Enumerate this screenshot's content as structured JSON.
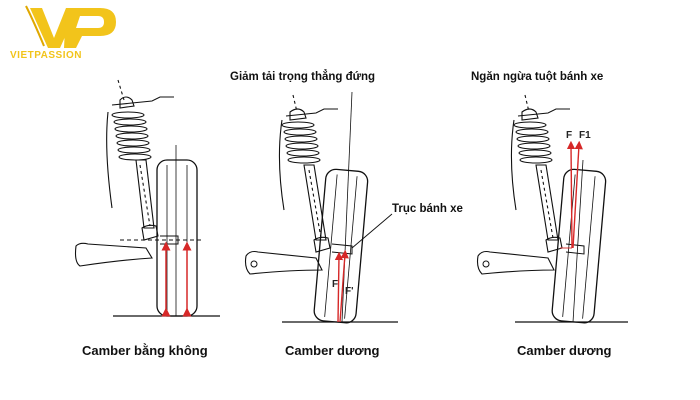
{
  "logo": {
    "name": "VIETPASSION",
    "mark_letters": "VP",
    "color": "#f2c41b"
  },
  "panels": [
    {
      "caption": "Camber bằng không",
      "annotation": "",
      "forces": []
    },
    {
      "caption": "Camber dương",
      "annotation": "Giảm tải trọng thẳng đứng",
      "callout": "Trục bánh xe",
      "forces": [
        "F",
        "F'"
      ]
    },
    {
      "caption": "Camber dương",
      "annotation": "Ngăn ngừa tuột bánh xe",
      "forces": [
        "F",
        "F1"
      ]
    }
  ],
  "colors": {
    "line": "#111111",
    "force_arrow": "#d62828"
  }
}
